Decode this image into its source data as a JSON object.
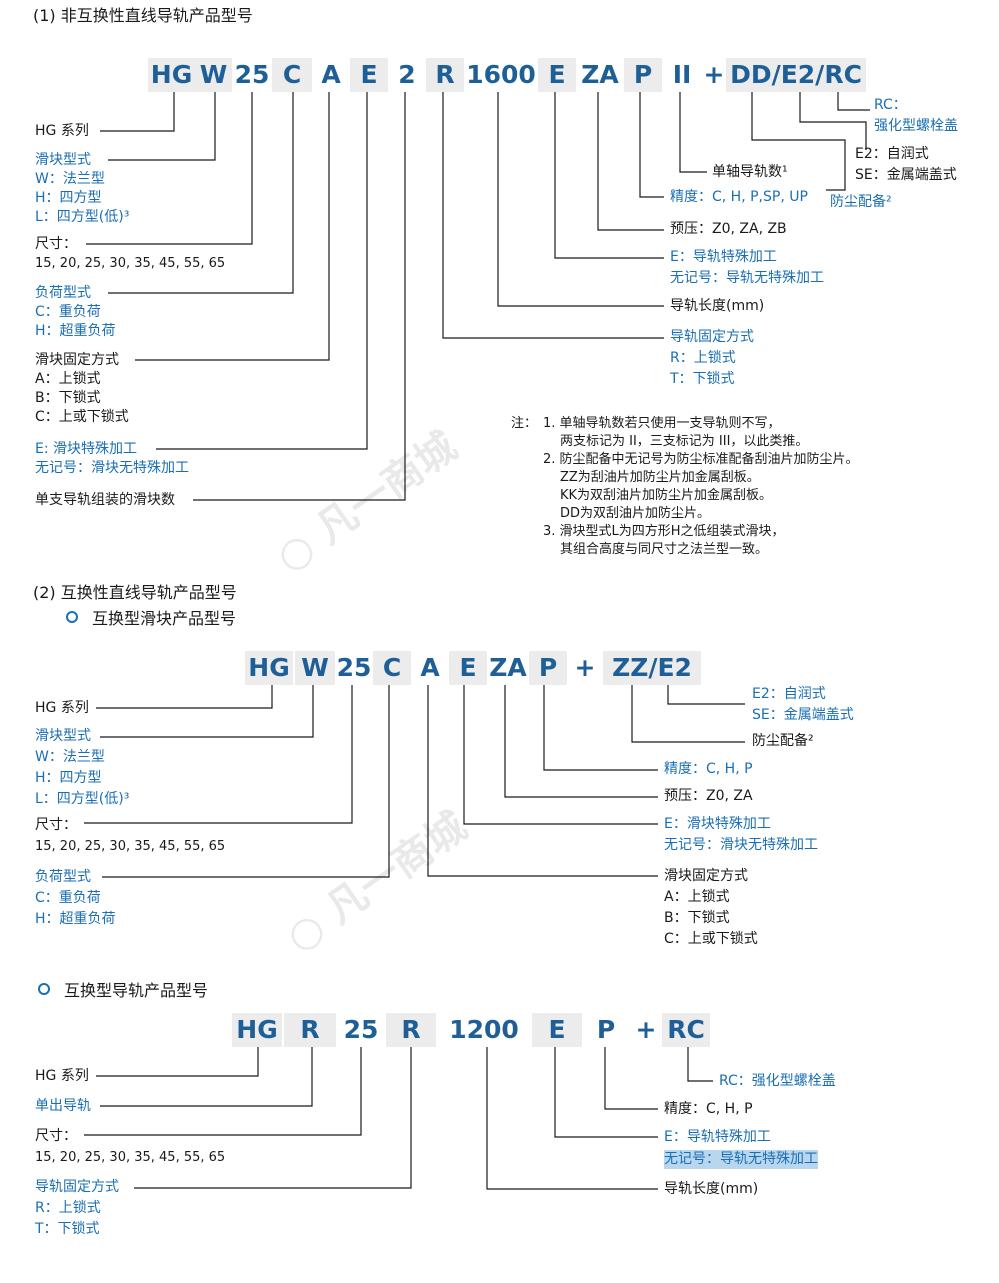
{
  "section1": {
    "title": "(1) 非互换性直线导轨产品型号",
    "code": [
      "HG",
      "W",
      "25",
      "C",
      "A",
      "E",
      "2",
      "R",
      "1600",
      "E",
      "ZA",
      "P",
      "II",
      "+",
      "DD/E2/RC"
    ],
    "left_labels": {
      "series": "HG 系列",
      "block_type": {
        "title": "滑块型式",
        "w": "W：法兰型",
        "h": "H：四方型",
        "l": "L：四方型(低)³"
      },
      "size": {
        "title": "尺寸：",
        "values": "15, 20, 25, 30, 35, 45, 55, 65"
      },
      "load": {
        "title": "负荷型式",
        "c": "C：重负荷",
        "h": "H：超重负荷"
      },
      "mount": {
        "title": "滑块固定方式",
        "a": "A：上锁式",
        "b": "B：下锁式",
        "c": "C：上或下锁式"
      },
      "block_special": {
        "e": "E: 滑块特殊加工",
        "none": "无记号：滑块无特殊加工"
      },
      "blocks_per_rail": "单支导轨组装的滑块数"
    },
    "right_labels": {
      "rc": {
        "code": "RC：",
        "desc": "强化型螺栓盖"
      },
      "e2": "E2：自润式",
      "se": "SE：金属端盖式",
      "dust": "防尘配备²",
      "rails_per_axis": "单轴导轨数¹",
      "accuracy": "精度：C, H, P,SP, UP",
      "preload": "预压：Z0, ZA, ZB",
      "rail_special": {
        "e": "E：导轨特殊加工",
        "none": "无记号：导轨无特殊加工"
      },
      "rail_length": "导轨长度(mm)",
      "rail_mount": {
        "title": "导轨固定方式",
        "r": "R：上锁式",
        "t": "T：下锁式"
      }
    },
    "notes": {
      "prefix": "注：",
      "lines": [
        "1. 单轴导轨数若只使用一支导轨则不写，",
        "两支标记为 II，三支标记为 III，以此类推。",
        "2. 防尘配备中无记号为防尘标准配备刮油片加防尘片。",
        "ZZ为刮油片加防尘片加金属刮板。",
        "KK为双刮油片加防尘片加金属刮板。",
        "DD为双刮油片加防尘片。",
        "3. 滑块型式L为四方形H之低组装式滑块，",
        "其组合高度与同尺寸之法兰型一致。"
      ]
    }
  },
  "section2": {
    "title": "(2) 互换性直线导轨产品型号",
    "block": {
      "subtitle": "互换型滑块产品型号",
      "code": [
        "HG",
        "W",
        "25",
        "C",
        "A",
        "E",
        "ZA",
        "P",
        "+",
        "ZZ/E2"
      ],
      "left_labels": {
        "series": "HG 系列",
        "block_type": {
          "title": "滑块型式",
          "w": "W：法兰型",
          "h": "H：四方型",
          "l": "L：四方型(低)³"
        },
        "size": {
          "title": "尺寸：",
          "values": "15, 20, 25, 30, 35, 45, 55, 65"
        },
        "load": {
          "title": "负荷型式",
          "c": "C：重负荷",
          "h": "H：超重负荷"
        }
      },
      "right_labels": {
        "e2": "E2：自润式",
        "se": "SE：金属端盖式",
        "dust": "防尘配备²",
        "accuracy": "精度：C, H, P",
        "preload": "预压：Z0, ZA",
        "block_special": {
          "e": "E：滑块特殊加工",
          "none": "无记号：滑块无特殊加工"
        },
        "mount": {
          "title": "滑块固定方式",
          "a": "A：上锁式",
          "b": "B：下锁式",
          "c": "C：上或下锁式"
        }
      }
    },
    "rail": {
      "subtitle": "互换型导轨产品型号",
      "code": [
        "HG",
        "R",
        "25",
        "R",
        "1200",
        "E",
        "P",
        "+",
        "RC"
      ],
      "left_labels": {
        "series": "HG 系列",
        "single": "单出导轨",
        "size": {
          "title": "尺寸：",
          "values": "15, 20, 25, 30, 35, 45, 55, 65"
        },
        "mount": {
          "title": "导轨固定方式",
          "r": "R：上锁式",
          "t": "T：下锁式"
        }
      },
      "right_labels": {
        "rc": "RC：强化型螺栓盖",
        "accuracy": "精度：C, H, P",
        "special": {
          "e": "E：导轨特殊加工",
          "none": "无记号：导轨无特殊加工"
        },
        "length": "导轨长度(mm)"
      }
    }
  },
  "colors": {
    "code_text": "#1f5f97",
    "blue_label": "#1a6fb4",
    "segment_bg": "#ececec",
    "highlight": "#b9d6ef"
  }
}
